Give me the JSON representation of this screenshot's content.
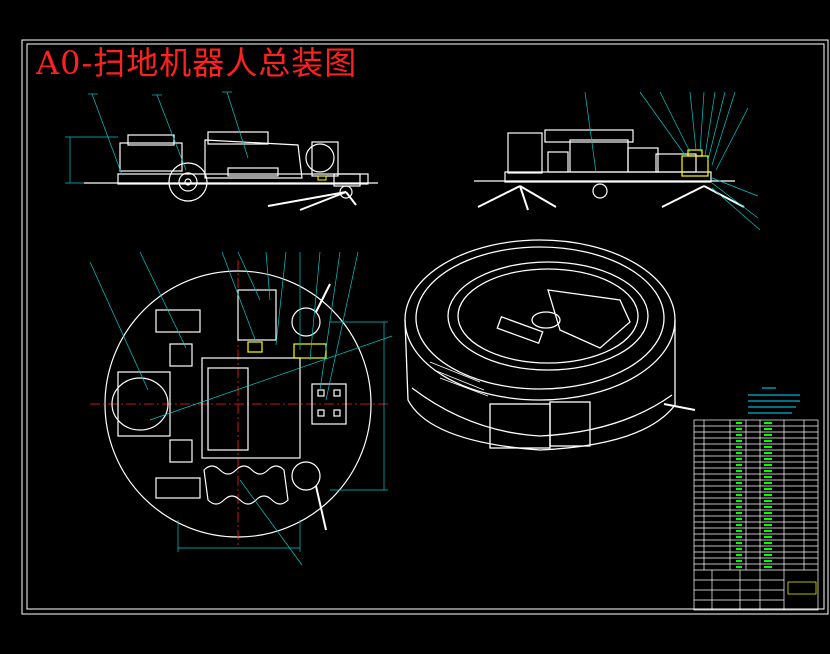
{
  "drawing": {
    "title": "A0-扫地机器人总装图",
    "background": "#000000",
    "colors": {
      "title": "#ff2020",
      "outline": "#ffffff",
      "frame": "#ffffff",
      "centerline": "#ff2020",
      "dimension": "#00c8c8",
      "leader": "#00c8c8",
      "highlight_yellow": "#ffff00",
      "table_green": "#00ff00",
      "note_cyan": "#00e0ff"
    },
    "views": [
      {
        "name": "front-elevation-view"
      },
      {
        "name": "side-elevation-view"
      },
      {
        "name": "top-plan-view"
      },
      {
        "name": "isometric-view"
      }
    ],
    "title_block": {
      "name": "title-block"
    }
  }
}
